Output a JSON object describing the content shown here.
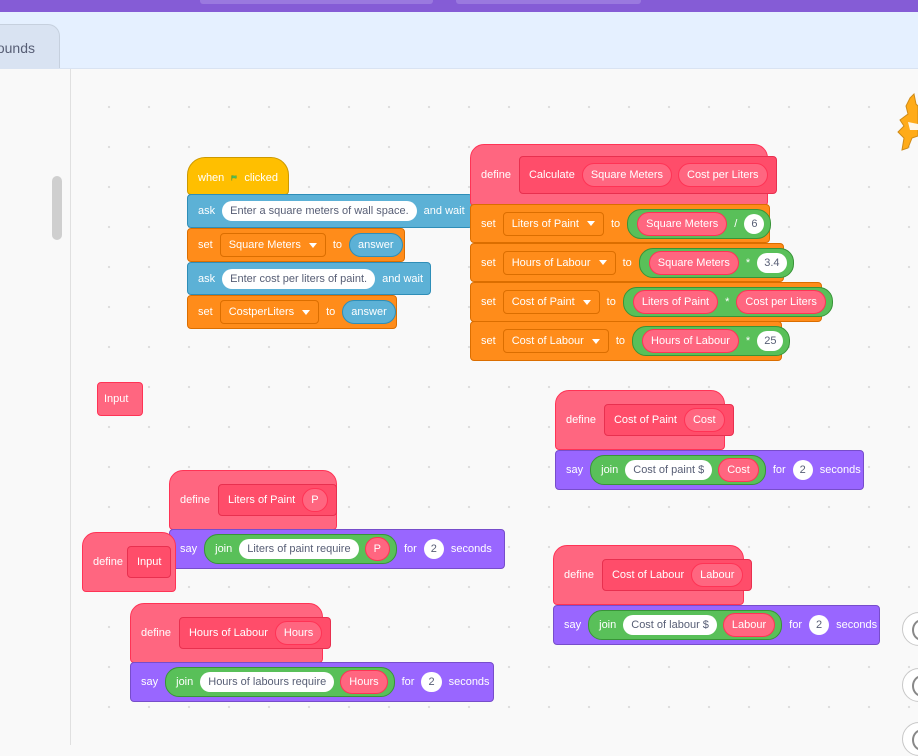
{
  "tabs": {
    "sounds_label": "ounds"
  },
  "blocks": {
    "when_flag": {
      "when": "when",
      "clicked": "clicked"
    },
    "ask1": {
      "kw": "ask",
      "text": "Enter a square meters of wall space.",
      "wait": "and wait"
    },
    "set1": {
      "kw": "set",
      "var": "Square Meters",
      "to": "to",
      "val": "answer"
    },
    "ask2": {
      "kw": "ask",
      "text": "Enter cost per liters of paint.",
      "wait": "and wait"
    },
    "set2": {
      "kw": "set",
      "var": "CostperLiters",
      "to": "to",
      "val": "answer"
    },
    "define_calc": {
      "kw": "define",
      "name": "Calculate",
      "arg1": "Square Meters",
      "arg2": "Cost per Liters"
    },
    "set3": {
      "kw": "set",
      "var": "Liters of Paint",
      "to": "to",
      "a": "Square Meters",
      "op": "/",
      "b": "6"
    },
    "set4": {
      "kw": "set",
      "var": "Hours of Labour",
      "to": "to",
      "a": "Square Meters",
      "op": "*",
      "b": "3.4"
    },
    "set5": {
      "kw": "set",
      "var": "Cost of Paint",
      "to": "to",
      "a": "Liters of Paint",
      "op": "*",
      "b": "Cost per Liters"
    },
    "set6": {
      "kw": "set",
      "var": "Cost of Labour",
      "to": "to",
      "a": "Hours of Labour",
      "op": "*",
      "b": "25"
    },
    "input_reporter": {
      "label": "Input"
    },
    "define_cost_paint": {
      "kw": "define",
      "name": "Cost of Paint",
      "arg": "Cost"
    },
    "say_cost_paint": {
      "kw": "say",
      "join": "join",
      "text": "Cost of paint $",
      "arg": "Cost",
      "for": "for",
      "secs": "2",
      "seconds": "seconds"
    },
    "define_liters": {
      "kw": "define",
      "name": "Liters of Paint",
      "arg": "P"
    },
    "say_liters": {
      "kw": "say",
      "join": "join",
      "text": "Liters of paint require",
      "arg": "P",
      "for": "for",
      "secs": "2",
      "seconds": "seconds"
    },
    "define_input": {
      "kw": "define",
      "name": "Input"
    },
    "define_cost_labour": {
      "kw": "define",
      "name": "Cost of Labour",
      "arg": "Labour"
    },
    "say_cost_labour": {
      "kw": "say",
      "join": "join",
      "text": "Cost of labour $",
      "arg": "Labour",
      "for": "for",
      "secs": "2",
      "seconds": "seconds"
    },
    "define_hours": {
      "kw": "define",
      "name": "Hours of Labour",
      "arg": "Hours"
    },
    "say_hours": {
      "kw": "say",
      "join": "join",
      "text": "Hours of labours require",
      "arg": "Hours",
      "for": "for",
      "secs": "2",
      "seconds": "seconds"
    }
  },
  "colors": {
    "events": "#ffbf00",
    "sensing": "#5cb1d6",
    "variables": "#ff8c1a",
    "looks": "#9966ff",
    "operators": "#59c059",
    "my_blocks": "#ff6680",
    "menu_bar": "#855cd6"
  },
  "icons": {
    "flag": "green-flag-icon",
    "sprite": "cat-sprite-icon",
    "zoom": "zoom-icon",
    "caret": "dropdown-caret-icon"
  }
}
